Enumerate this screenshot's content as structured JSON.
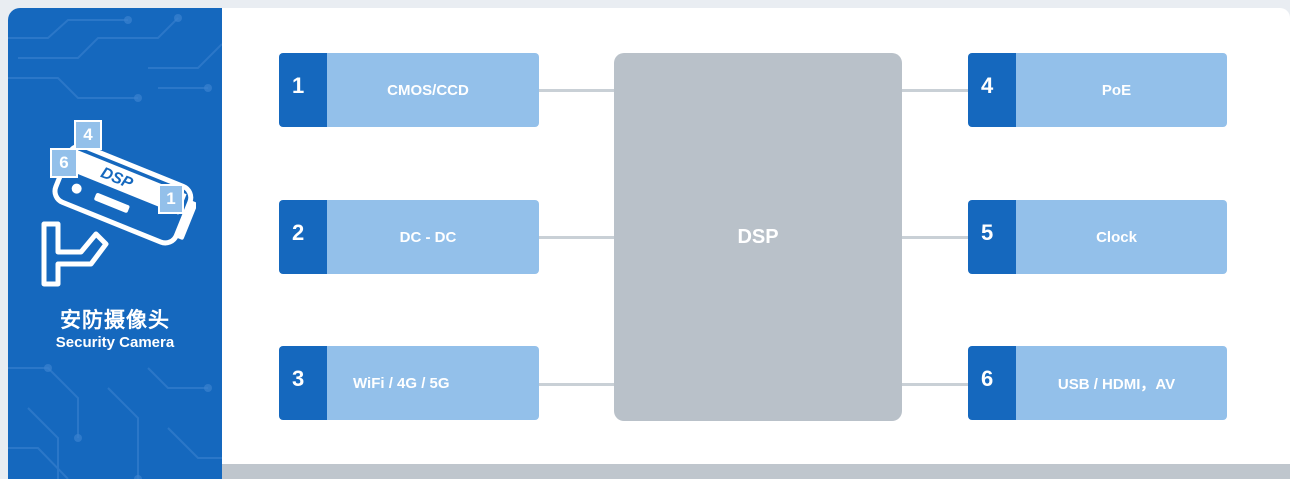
{
  "side": {
    "title_zh": "安防摄像头",
    "title_en": "Security Camera",
    "camera": {
      "dsp_label": "DSP",
      "tag_a": "4",
      "tag_b": "6",
      "tag_c": "1"
    }
  },
  "center": {
    "label": "DSP"
  },
  "left_blocks": [
    {
      "num": "1",
      "label": "CMOS/CCD"
    },
    {
      "num": "2",
      "label": "DC - DC"
    },
    {
      "num": "3",
      "label": "WiFi / 4G / 5G"
    }
  ],
  "right_blocks": [
    {
      "num": "4",
      "label": "PoE"
    },
    {
      "num": "5",
      "label": "Clock"
    },
    {
      "num": "6",
      "label": "USB / HDMI，AV"
    }
  ],
  "colors": {
    "primary_blue": "#1568be",
    "light_blue": "#93c0ea",
    "dsp_gray": "#b9c1c9",
    "connector": "#c9d0d6"
  }
}
